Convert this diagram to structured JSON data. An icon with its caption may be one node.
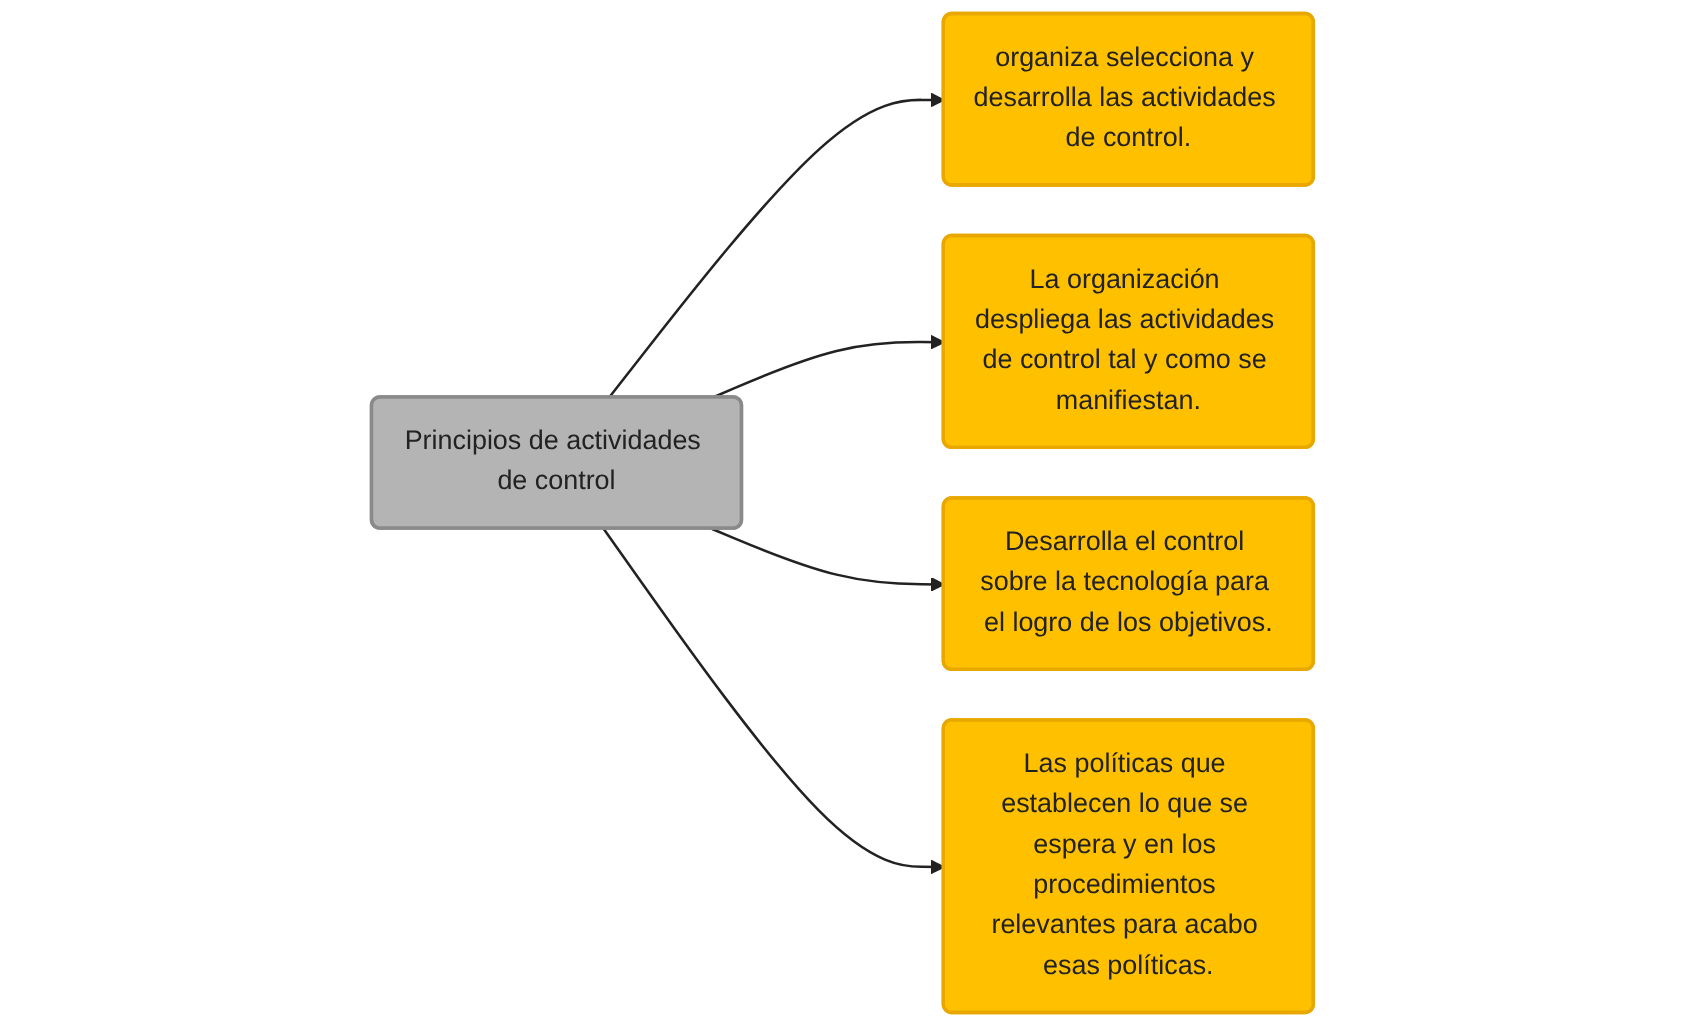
{
  "diagram": {
    "nodes": [
      {
        "text": [
          "organiza selecciona y desarrolla las actividades de control."
        ]
      },
      {
        "text": [
          "La organización despliega las actividades de control tal y como se manifiestan."
        ]
      },
      {
        "text": [
          "Principios de actividades de control"
        ]
      },
      {
        "text": [
          "Desarrolla el control sobre la tecnología para el logro de los objetivos."
        ]
      },
      {
        "text": [
          "Las políticas que establecen lo que se espera y en los procedimientos relevantes para acabo esas políticas."
        ]
      }
    ],
    "edges": [
      {
        "from": 2,
        "to": 0,
        "arrow": "to"
      },
      {
        "from": 2,
        "to": 1,
        "arrow": "to"
      },
      {
        "from": 2,
        "to": 3,
        "arrow": "to"
      },
      {
        "from": 2,
        "to": 4,
        "arrow": "to"
      }
    ]
  }
}
